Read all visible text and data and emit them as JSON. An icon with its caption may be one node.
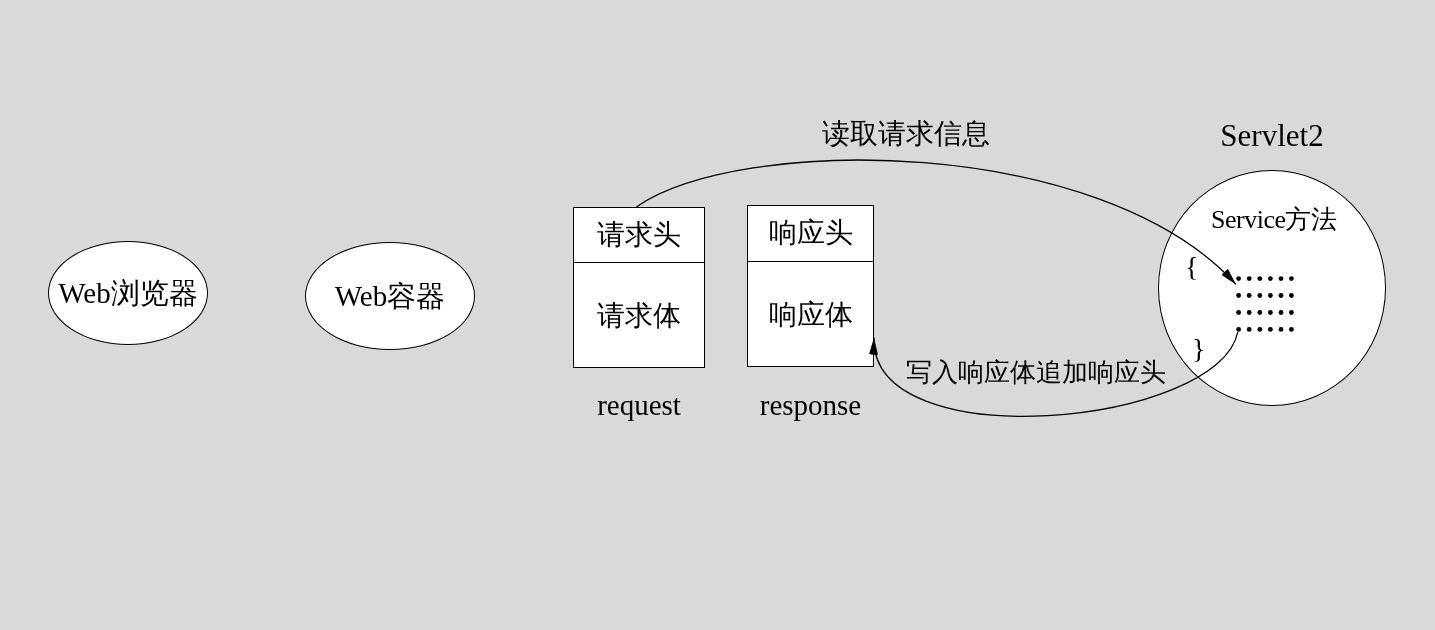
{
  "diagram": {
    "nodes": [
      {
        "text": [
          "Web浏览器"
        ]
      },
      {
        "text": [
          "Web容器"
        ]
      },
      {
        "text": [],
        "shape": "box",
        "beside": [
          "request"
        ]
      },
      {
        "text": [
          "请求头"
        ],
        "in": 2
      },
      {
        "text": [
          "请求体"
        ],
        "in": 2
      },
      {
        "text": [],
        "shape": "box",
        "beside": [
          "response"
        ]
      },
      {
        "text": [
          "响应头"
        ],
        "in": 5
      },
      {
        "text": [
          "响应体"
        ],
        "in": 5
      },
      {
        "text": [
          "Servlet2",
          "Service方法"
        ]
      },
      {
        "text": [],
        "shape": "dots",
        "in": 8
      }
    ],
    "edges": [
      {
        "from": 3,
        "to": 9,
        "arrow": "to",
        "label": "读取请求信息"
      },
      {
        "from": 9,
        "to": 7,
        "arrow": "to",
        "label": "写入响应体追加响应头"
      }
    ],
    "labels": [
      "{",
      "}"
    ]
  }
}
